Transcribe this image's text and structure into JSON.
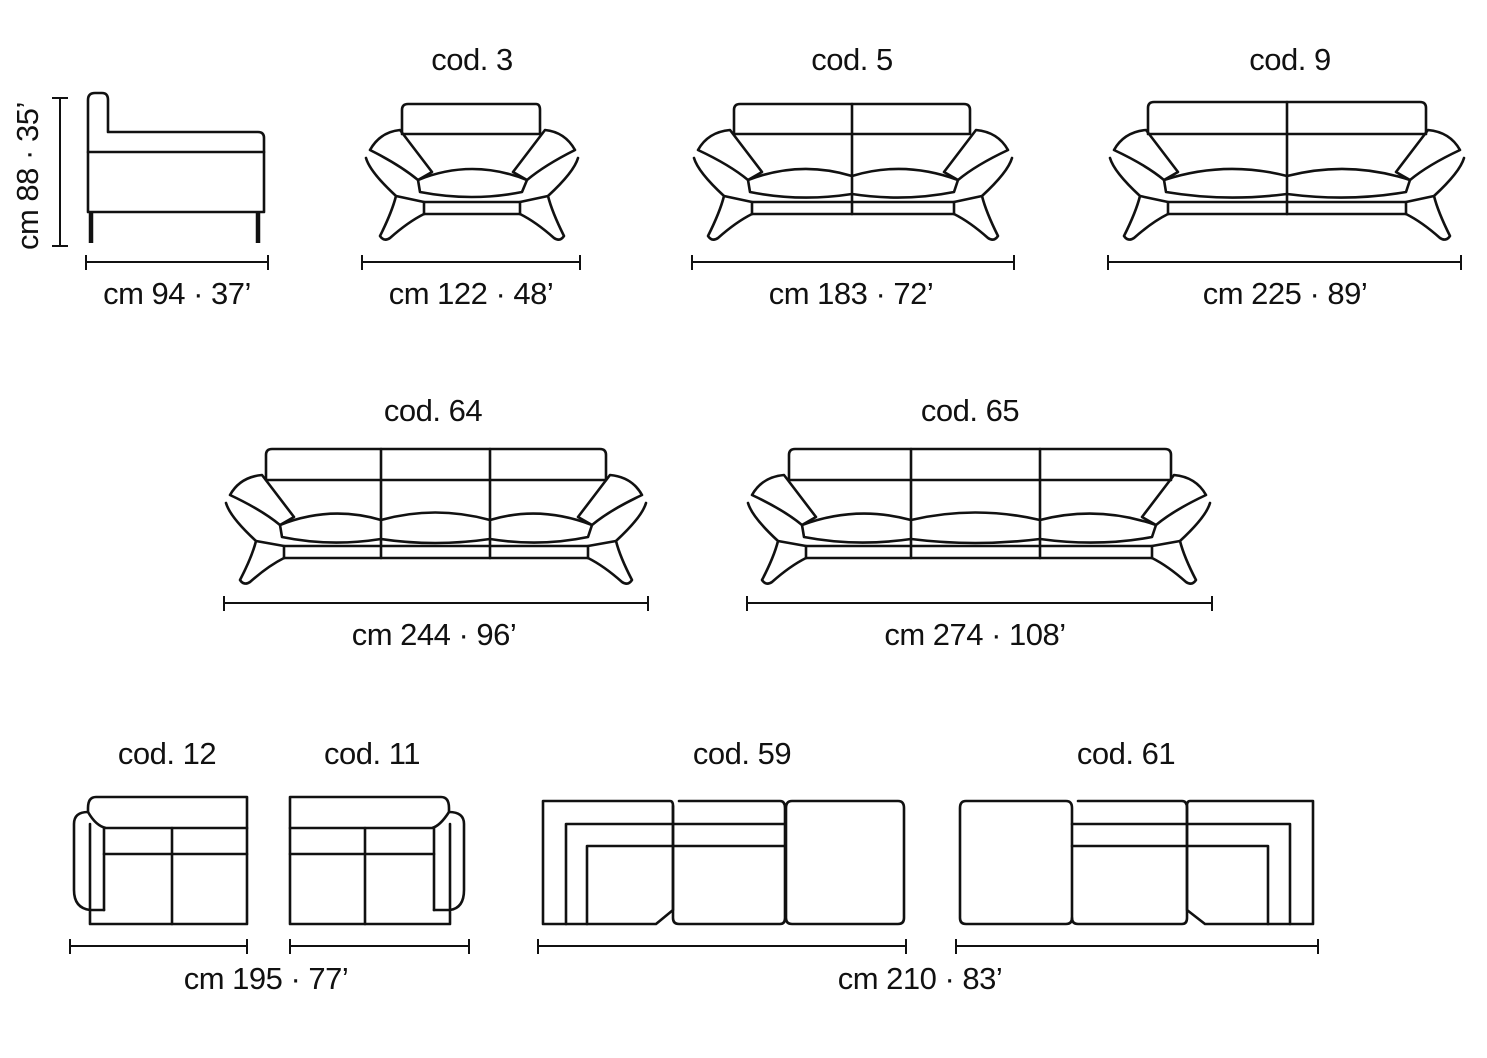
{
  "models": [
    {
      "code": "cod. 3",
      "kind": "armchair"
    },
    {
      "code": "cod. 5",
      "kind": "two-seat sofa"
    },
    {
      "code": "cod. 9",
      "kind": "two-seat sofa"
    },
    {
      "code": "cod. 64",
      "kind": "three-seat sofa"
    },
    {
      "code": "cod. 65",
      "kind": "three-seat sofa"
    },
    {
      "code": "cod. 12",
      "kind": "chaise element left"
    },
    {
      "code": "cod. 11",
      "kind": "chaise element right"
    },
    {
      "code": "cod. 59",
      "kind": "corner element left"
    },
    {
      "code": "cod. 61",
      "kind": "corner element right"
    }
  ],
  "dimensions": {
    "side_depth": "cm 94 · 37’",
    "side_height": "cm 88 · 35’",
    "cod3_width": "cm 122 · 48’",
    "cod5_width": "cm 183 · 72’",
    "cod9_width": "cm 225 · 89’",
    "cod64_width": "cm 244 · 96’",
    "cod65_width": "cm 274 · 108’",
    "cod12_11_width": "cm 195 · 77’",
    "cod59_61_width": "cm 210 · 83’"
  }
}
